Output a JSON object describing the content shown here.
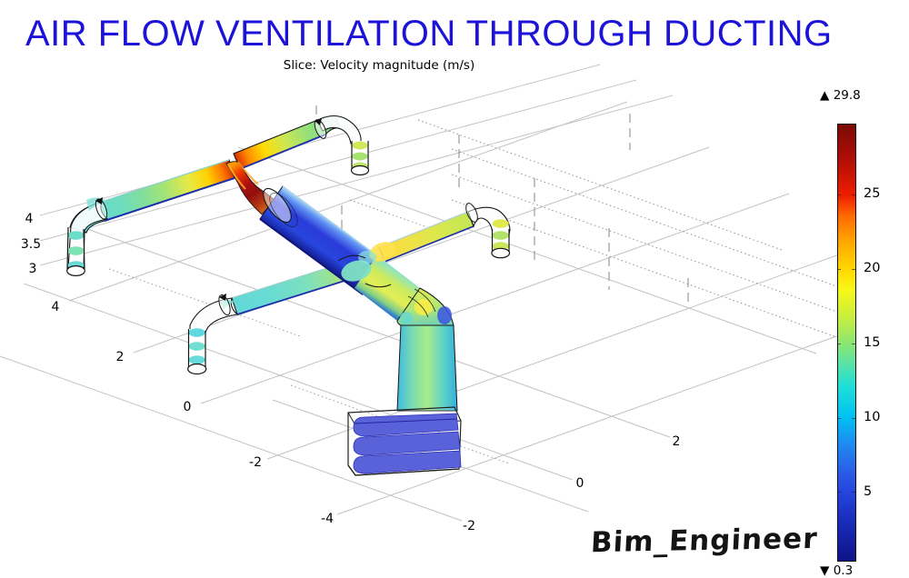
{
  "title": {
    "text": "AIR FLOW VENTILATION THROUGH DUCTING",
    "color": "#1d13d8"
  },
  "subtitle": {
    "text": "Slice: Velocity magnitude (m/s)"
  },
  "colorbar": {
    "max_marker": "▲",
    "max_value": "29.8",
    "min_marker": "▼",
    "min_value": "0.3",
    "ticks": [
      {
        "label": "25"
      },
      {
        "label": "20"
      },
      {
        "label": "15"
      },
      {
        "label": "10"
      },
      {
        "label": "5"
      }
    ],
    "gradient_top_to_bottom": [
      "#7a0a05",
      "#ee1e00",
      "#ffa800",
      "#ffd800",
      "#c9ee3e",
      "#8ce671",
      "#1fdfd8",
      "#00c1f2",
      "#2b5ae6",
      "#1b2fc0",
      "#0e1488"
    ]
  },
  "scene": {
    "z_ticks": [
      {
        "label": "4"
      },
      {
        "label": "3.5"
      },
      {
        "label": "3"
      }
    ],
    "y_ticks": [
      {
        "label": "4"
      },
      {
        "label": "2"
      },
      {
        "label": "0"
      },
      {
        "label": "-2"
      },
      {
        "label": "-4"
      }
    ],
    "x_ticks": [
      {
        "label": "-2"
      },
      {
        "label": "0"
      },
      {
        "label": "2"
      }
    ]
  },
  "watermark": {
    "text": "Bim_Engineer"
  },
  "chart_data": {
    "type": "heatmap",
    "note": "3D CFD slice plot of a ventilation duct network (COMSOL-style). Color encodes velocity magnitude on internal slices.",
    "title": "AIR FLOW VENTILATION THROUGH DUCTING",
    "subtitle": "Slice: Velocity magnitude (m/s)",
    "field": "Velocity magnitude",
    "units": "m/s",
    "value_range": {
      "min": 0.3,
      "max": 29.8
    },
    "colorbar_ticks": [
      5,
      10,
      15,
      20,
      25
    ],
    "colormap": "rainbow (dark blue → cyan → green → yellow → red → dark red)",
    "axes": {
      "z_axis_ticks": [
        4,
        3.5,
        3
      ],
      "left_bottom_axis_ticks": [
        4,
        2,
        0,
        -2,
        -4
      ],
      "right_bottom_axis_ticks": [
        -2,
        0,
        2
      ]
    },
    "legend_position": "right",
    "grid": true,
    "features": [
      "air handling unit with louvers at bottom center",
      "main riser duct (green/cyan, ~8-15 m/s)",
      "wide low-velocity trunk segment (dark blue, ~3-6 m/s)",
      "venturi contraction at main junction (dark red, ~29.8 m/s)",
      "four ceiling diffuser outlets with striped slice rings (~10-20 m/s)"
    ]
  }
}
